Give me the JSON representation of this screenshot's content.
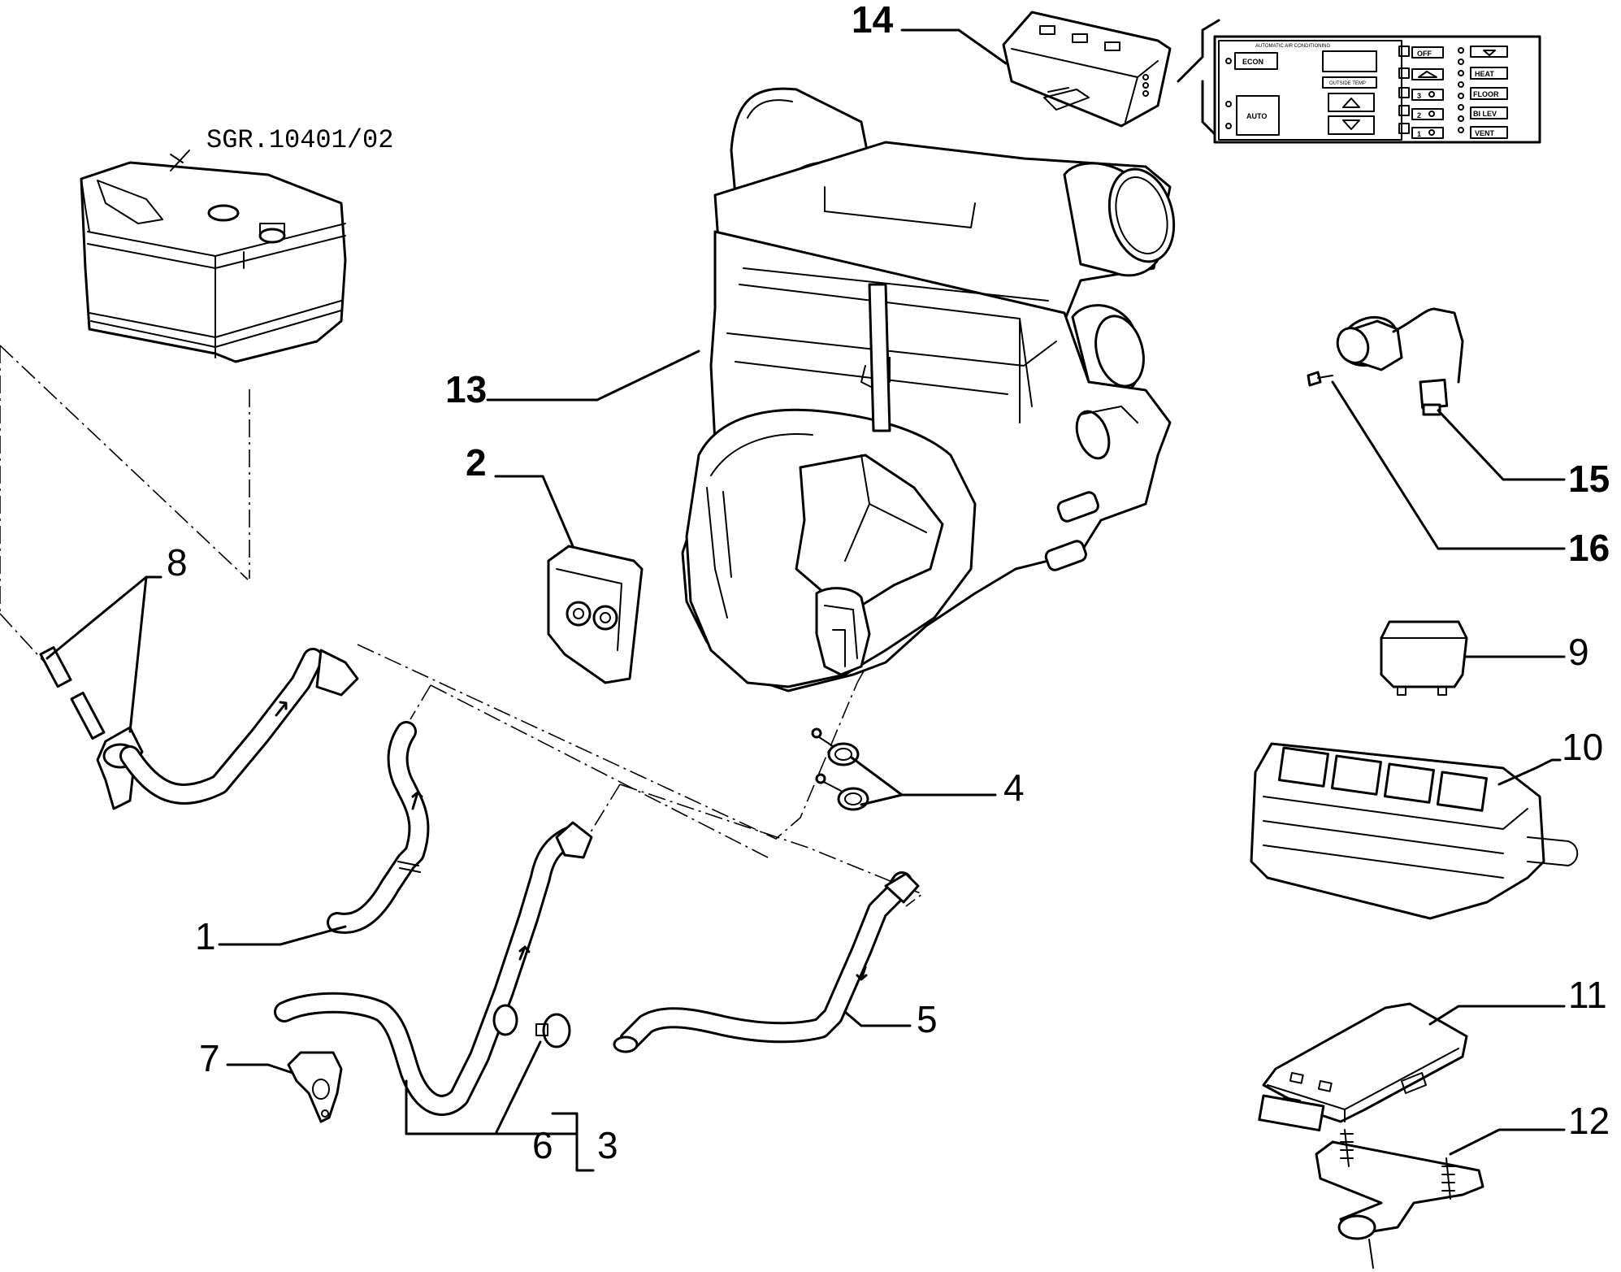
{
  "reference_code": "SGR.10401/02",
  "callouts": {
    "c1": "1",
    "c2": "2",
    "c3": "3",
    "c4": "4",
    "c5": "5",
    "c6": "6",
    "c7": "7",
    "c8": "8",
    "c9": "9",
    "c10": "10",
    "c11": "11",
    "c12": "12",
    "c13": "13",
    "c14": "14",
    "c15": "15",
    "c16": "16"
  },
  "control_panel": {
    "title": "AUTOMATIC AIR CONDITIONING",
    "econ": "ECON",
    "auto": "AUTO",
    "outside_temp": "OUTSIDE TEMP",
    "off": "OFF",
    "heat": "HEAT",
    "floor": "FLOOR",
    "bilev": "BI LEV",
    "vent": "VENT",
    "fan3": "3",
    "fan2": "2",
    "fan1": "1"
  }
}
